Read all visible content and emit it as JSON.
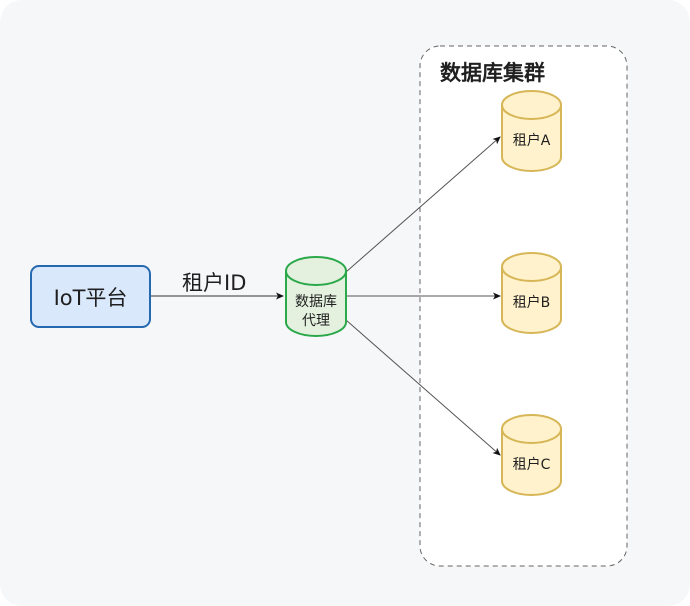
{
  "diagram": {
    "source_node": {
      "label": "IoT平台",
      "fill": "#dae8fc",
      "stroke": "#2669b0"
    },
    "edge_label": "租户ID",
    "proxy_node": {
      "label_lines": [
        "数据库",
        "代理"
      ],
      "fill": "#e4f1df",
      "stroke": "#2aa84a"
    },
    "cluster": {
      "title": "数据库集群",
      "fill": "#ffffff",
      "stroke": "#666666"
    },
    "tenants": [
      {
        "label": "租户A"
      },
      {
        "label": "租户B"
      },
      {
        "label": "租户C"
      }
    ],
    "tenant_style": {
      "fill": "#fff2cc",
      "stroke": "#d6b656"
    },
    "edges": [
      {
        "from": "IoT平台",
        "to": "数据库代理",
        "label": "租户ID"
      },
      {
        "from": "数据库代理",
        "to": "租户A"
      },
      {
        "from": "数据库代理",
        "to": "租户B"
      },
      {
        "from": "数据库代理",
        "to": "租户C"
      }
    ]
  }
}
